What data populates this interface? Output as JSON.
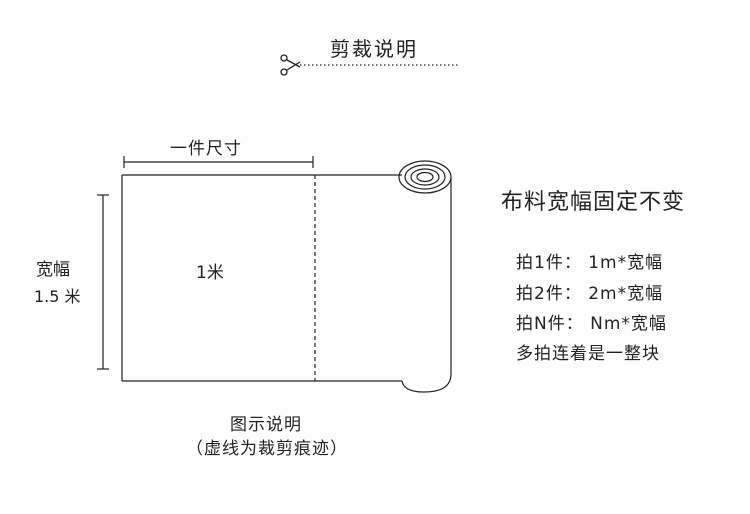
{
  "title": "剪裁说明",
  "piece_size_label": "一件尺寸",
  "width_label": "宽幅",
  "width_value": "1.5 米",
  "piece_length": "1米",
  "caption": {
    "line1": "图示说明",
    "line2": "（虚线为裁剪痕迹）"
  },
  "rules": {
    "heading": "布料宽幅固定不变",
    "items": [
      "拍1件： 1m*宽幅",
      "拍2件： 2m*宽幅",
      "拍N件： Nm*宽幅",
      "多拍连着是一整块"
    ]
  },
  "icons": {
    "scissors": "scissors-icon"
  },
  "colors": {
    "line": "#222222"
  }
}
